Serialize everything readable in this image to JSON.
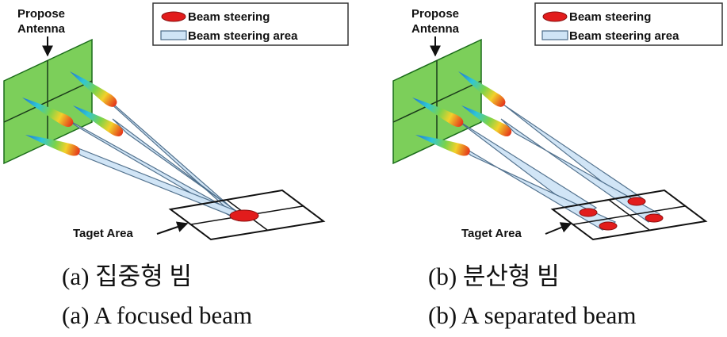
{
  "panels": [
    {
      "id": "a",
      "antenna_label_line1": "Propose",
      "antenna_label_line2": "Antenna",
      "legend": {
        "steering": "Beam steering",
        "area": "Beam steering area"
      },
      "target_label": "Taget Area",
      "caption_korean": "(a) 집중형 빔",
      "caption_english": "(a) A focused beam"
    },
    {
      "id": "b",
      "antenna_label_line1": "Propose",
      "antenna_label_line2": "Antenna",
      "legend": {
        "steering": "Beam steering",
        "area": "Beam steering area"
      },
      "target_label": "Taget Area",
      "caption_korean": "(b) 분산형 빔",
      "caption_english": "(b) A separated beam"
    }
  ],
  "colors": {
    "antenna_fill": "#7ccf5a",
    "antenna_edge": "#1a6b1a",
    "beam_area_fill": "#cfe4f6",
    "beam_area_edge": "#4a6b88",
    "beam_spot": "#e21c1c"
  }
}
